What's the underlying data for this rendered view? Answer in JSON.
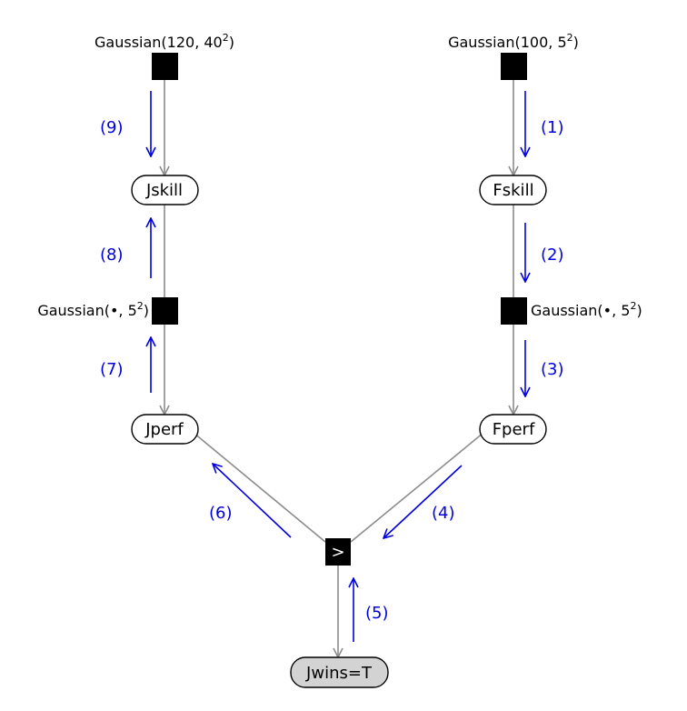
{
  "factors": {
    "jprior": {
      "base": "Gaussian(120, 40",
      "sup": "2",
      "close": ")"
    },
    "fprior": {
      "base": "Gaussian(100, 5",
      "sup": "2",
      "close": ")"
    },
    "jnoise": {
      "base": "Gaussian(•, 5",
      "sup": "2",
      "close": ")"
    },
    "fnoise": {
      "base": "Gaussian(•, 5",
      "sup": "2",
      "close": ")"
    },
    "compare": {
      "symbol": ">"
    }
  },
  "nodes": {
    "jskill": "Jskill",
    "fskill": "Fskill",
    "jperf": "Jperf",
    "fperf": "Fperf",
    "jwins": "Jwins=T"
  },
  "messages": {
    "m1": "(1)",
    "m2": "(2)",
    "m3": "(3)",
    "m4": "(4)",
    "m5": "(5)",
    "m6": "(6)",
    "m7": "(7)",
    "m8": "(8)",
    "m9": "(9)"
  },
  "colors": {
    "message": "#0000e0",
    "edge": "#8c8c8c",
    "factor": "#000000",
    "observed_node": "#d3d3d3"
  }
}
